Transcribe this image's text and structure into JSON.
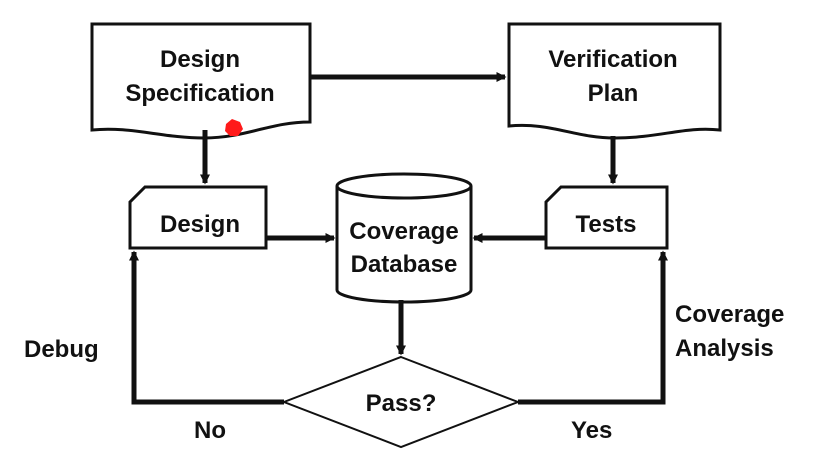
{
  "nodes": {
    "design_spec": {
      "line1": "Design",
      "line2": "Specification"
    },
    "verification_plan": {
      "line1": "Verification",
      "line2": "Plan"
    },
    "design": {
      "label": "Design"
    },
    "coverage_db": {
      "line1": "Coverage",
      "line2": "Database"
    },
    "tests": {
      "label": "Tests"
    },
    "decision": {
      "label": "Pass?"
    }
  },
  "edge_labels": {
    "debug": "Debug",
    "coverage_analysis_line1": "Coverage",
    "coverage_analysis_line2": "Analysis",
    "no": "No",
    "yes": "Yes"
  },
  "colors": {
    "stroke": "#111111",
    "fill": "#ffffff",
    "marker": "#ff1a1a"
  }
}
